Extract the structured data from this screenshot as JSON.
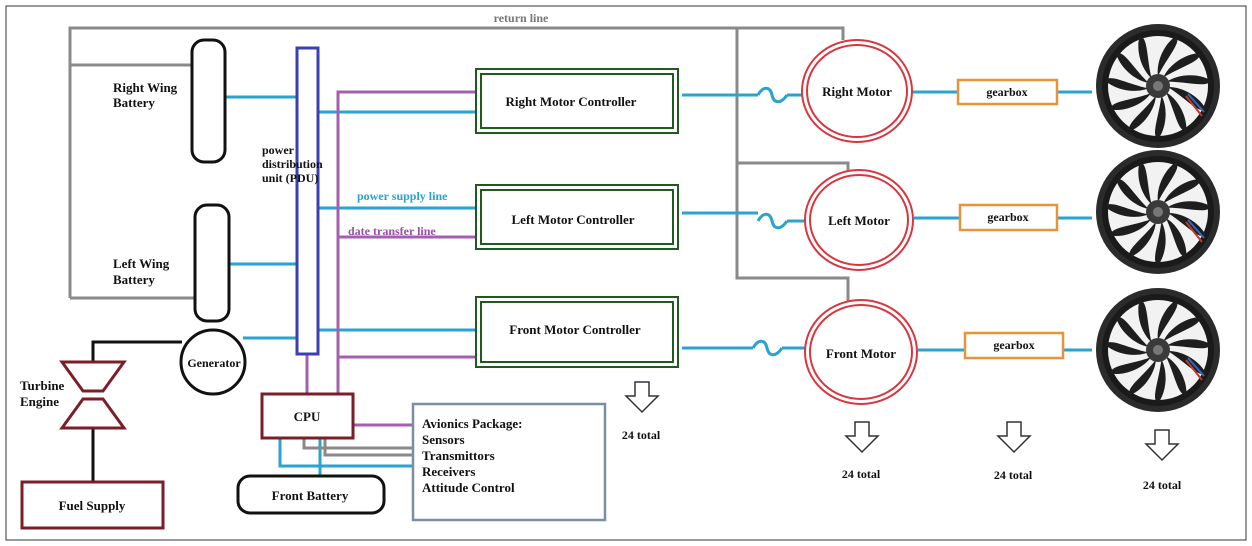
{
  "labels": {
    "return_line": "return line",
    "right_wing_battery_1": "Right Wing",
    "right_wing_battery_2": "Battery",
    "left_wing_battery_1": "Left Wing",
    "left_wing_battery_2": "Battery",
    "pdu_1": "power",
    "pdu_2": "distribution",
    "pdu_3": "unit (PDU)",
    "power_supply_line": "power supply line",
    "data_transfer_line": "date transfer line",
    "right_motor_controller": "Right Motor Controller",
    "left_motor_controller": "Left Motor Controller",
    "front_motor_controller": "Front Motor Controller",
    "right_motor": "Right Motor",
    "left_motor": "Left Motor",
    "front_motor": "Front Motor",
    "gearbox_right": "gearbox",
    "gearbox_left": "gearbox",
    "gearbox_front": "gearbox",
    "generator": "Generator",
    "turbine_engine_1": "Turbine",
    "turbine_engine_2": "Engine",
    "fuel_supply": "Fuel Supply",
    "cpu": "CPU",
    "front_battery": "Front Battery",
    "avionics_1": "Avionics Package:",
    "avionics_2": "Sensors",
    "avionics_3": "Transmittors",
    "avionics_4": "Receivers",
    "avionics_5": "Attitude Control",
    "total_controllers": "24 total",
    "total_motors": "24 total",
    "total_gearboxes": "24 total",
    "total_fans": "24 total"
  },
  "colors": {
    "return_line": "#8a8a8a",
    "power_supply_line": "#2aa3cf",
    "data_transfer_line": "#a45fae",
    "controller_border": "#1f5a1f",
    "motor_border": "#d9363e",
    "gearbox_border": "#e8923a",
    "pdu_border": "#3b3fb3",
    "cpu_border": "#7a1f2a",
    "avionics_border": "#7a8fa6"
  },
  "icons": [
    "ducted-fan-icon",
    "down-arrow-icon",
    "fuse-icon"
  ]
}
